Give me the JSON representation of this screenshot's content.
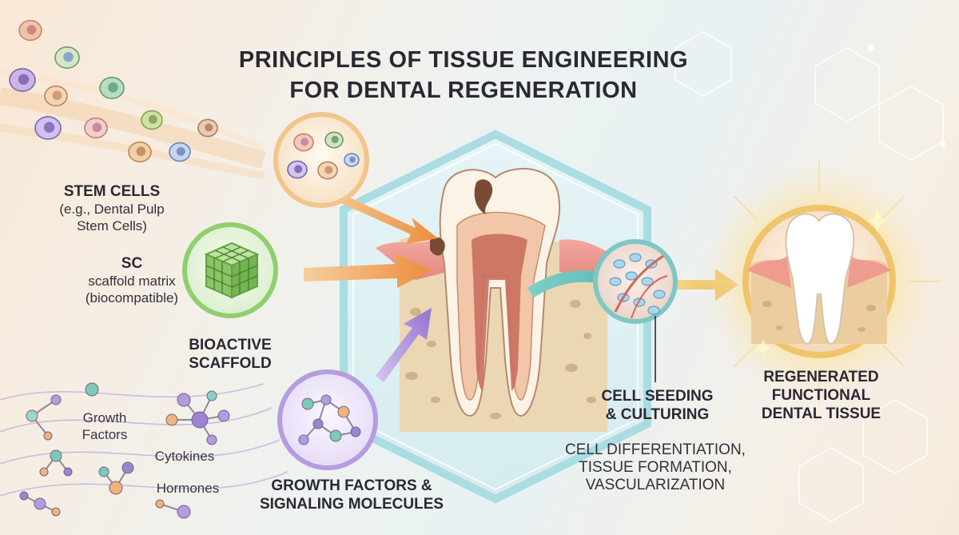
{
  "title": {
    "line1": "PRINCIPLES OF TISSUE ENGINEERING",
    "line2": "FOR DENTAL REGENERATION"
  },
  "stem_cells": {
    "heading": "STEM CELLS",
    "detail_line1": "(e.g., Dental Pulp",
    "detail_line2": "Stem Cells)"
  },
  "scaffold": {
    "heading": "SC",
    "detail_line1": "scaffold matrix",
    "detail_line2": "(biocompatible)"
  },
  "bioactive": {
    "line1": "BIOACTIVE",
    "line2": "SCAFFOLD"
  },
  "molecules": {
    "growth_factors_line1": "Growth",
    "growth_factors_line2": "Factors",
    "cytokines": "Cytokines",
    "hormones": "Hormones"
  },
  "signaling": {
    "line1": "GROWTH FACTORS &",
    "line2": "SIGNALING MOLECULES"
  },
  "seeding": {
    "line1": "CELL SEEDING",
    "line2": "& CULTURING"
  },
  "outcomes": {
    "line1": "CELL DIFFERENTIATION,",
    "line2": "TISSUE FORMATION,",
    "line3": "VASCULARIZATION"
  },
  "result": {
    "line1": "REGENERATED",
    "line2": "FUNCTIONAL",
    "line3": "DENTAL TISSUE"
  },
  "colors": {
    "stem_accent": "#e8a05a",
    "scaffold_accent": "#6cb84a",
    "signal_accent": "#9b7fd0",
    "hexagon_border": "#9fd6dd",
    "result_glow": "#f6d27a",
    "text": "#2b2833"
  },
  "icons": [
    "stem-cell-icon",
    "scaffold-cube-icon",
    "molecule-icon",
    "tooth-icon",
    "seeding-icon",
    "regenerated-tooth-icon"
  ]
}
